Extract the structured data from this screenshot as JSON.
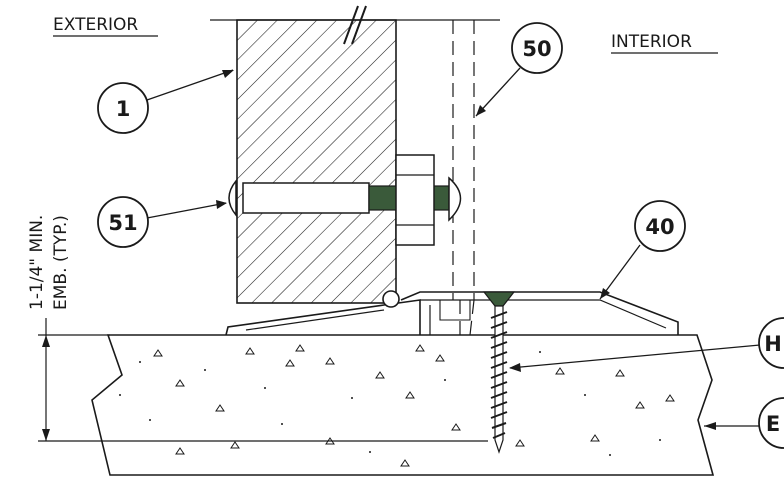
{
  "labels": {
    "exterior": "EXTERIOR",
    "interior": "INTERIOR"
  },
  "dimension": {
    "line1": "1-1/4\" MIN.",
    "line2": "EMB. (TYP.)"
  },
  "callouts": {
    "c1": "1",
    "c50": "50",
    "c51": "51",
    "c40": "40",
    "cH": "H",
    "cE": "E"
  },
  "colors": {
    "ink": "#1a1a1a",
    "bolt_shank": "#3a5a3a",
    "screw_head": "#3a5a3a"
  }
}
